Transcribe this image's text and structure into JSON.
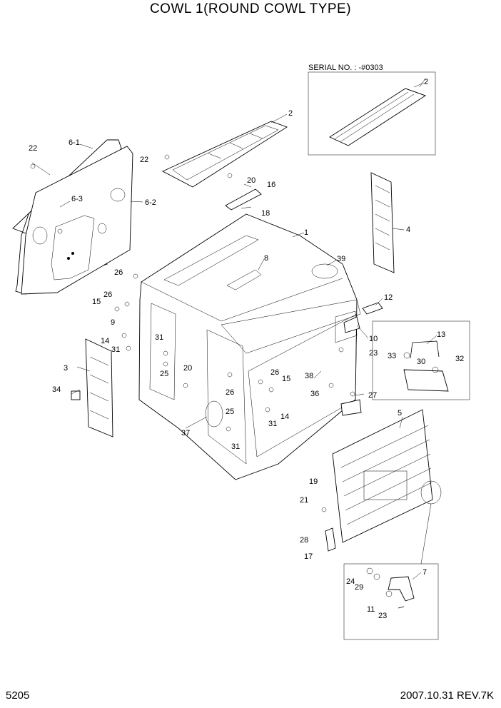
{
  "title": "COWL 1(ROUND COWL TYPE)",
  "page_number": "5205",
  "revision": "2007.10.31  REV.7K",
  "serial_note": "SERIAL NO. : -#0303",
  "callouts": {
    "c1": "1",
    "c2": "2",
    "c2b": "2",
    "c3": "3",
    "c4": "4",
    "c5": "5",
    "c61": "6-1",
    "c62": "6-2",
    "c63": "6-3",
    "c7": "7",
    "c8": "8",
    "c9": "9",
    "c10": "10",
    "c11": "11",
    "c12": "12",
    "c13": "13",
    "c14a": "14",
    "c14b": "14",
    "c15a": "15",
    "c15b": "15",
    "c16": "16",
    "c17": "17",
    "c18": "18",
    "c19": "19",
    "c20a": "20",
    "c20b": "20",
    "c21": "21",
    "c22a": "22",
    "c22b": "22",
    "c23a": "23",
    "c23b": "23",
    "c24": "24",
    "c25a": "25",
    "c25b": "25",
    "c26a": "26",
    "c26b": "26",
    "c26c": "26",
    "c26d": "26",
    "c27": "27",
    "c28": "28",
    "c29": "29",
    "c30": "30",
    "c31a": "31",
    "c31b": "31",
    "c31c": "31",
    "c31d": "31",
    "c32": "32",
    "c33": "33",
    "c34": "34",
    "c36": "36",
    "c37": "37",
    "c38": "38",
    "c39": "39"
  }
}
